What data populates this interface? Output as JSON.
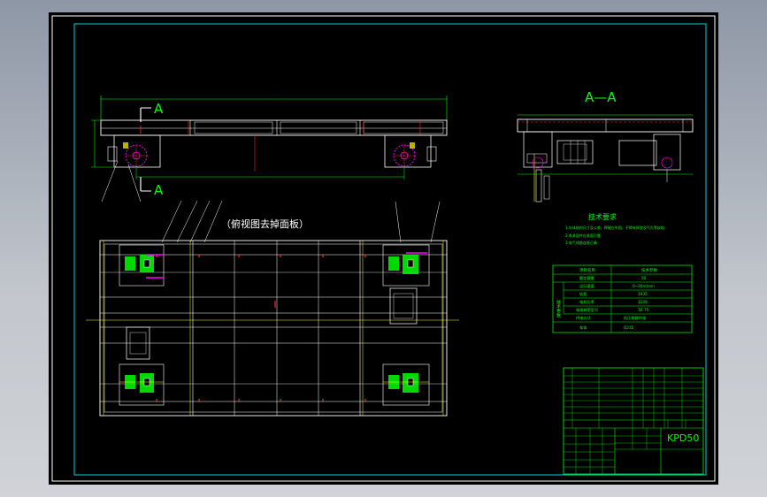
{
  "drawing": {
    "section_label_top": "A",
    "section_label_bottom": "A",
    "section_view_title": "A—A",
    "top_view_caption": "（俯视图去掉面板）",
    "tech_req_title": "技术要求",
    "tech_req_lines": [
      "1.车体结构尺寸及公差，焊缝应牢固，不得有焊渣及气孔等缺陷",
      "2.各紧固件应紧固可靠",
      "3.电气线路连接正确"
    ],
    "param_table": {
      "header_left": "项目名称",
      "header_right": "技术参数",
      "side_label": "技术参数",
      "rows": [
        {
          "label": "额定载重",
          "value": "50"
        },
        {
          "label": "运行速度",
          "value": "0~20m/min"
        },
        {
          "label": "轨距",
          "value": "1435"
        },
        {
          "label": "电机功率",
          "value": "1100"
        },
        {
          "label": "电缆卷筒型号",
          "value": "TZ-75"
        },
        {
          "label": "供电方式",
          "value": "低压铁路供电"
        },
        {
          "label": "车体",
          "value": "Q235"
        }
      ]
    },
    "title_block": {
      "drawing_number": "KPD50"
    },
    "colors": {
      "background": "#000000",
      "frame": "#ffffff",
      "inner_border": "#00d4d4",
      "primary_line": "#ffffff",
      "green": "#00ff00",
      "yellow": "#ffff00",
      "red": "#ff2a2a",
      "magenta": "#ff00ff",
      "cyan": "#00ffff"
    }
  }
}
